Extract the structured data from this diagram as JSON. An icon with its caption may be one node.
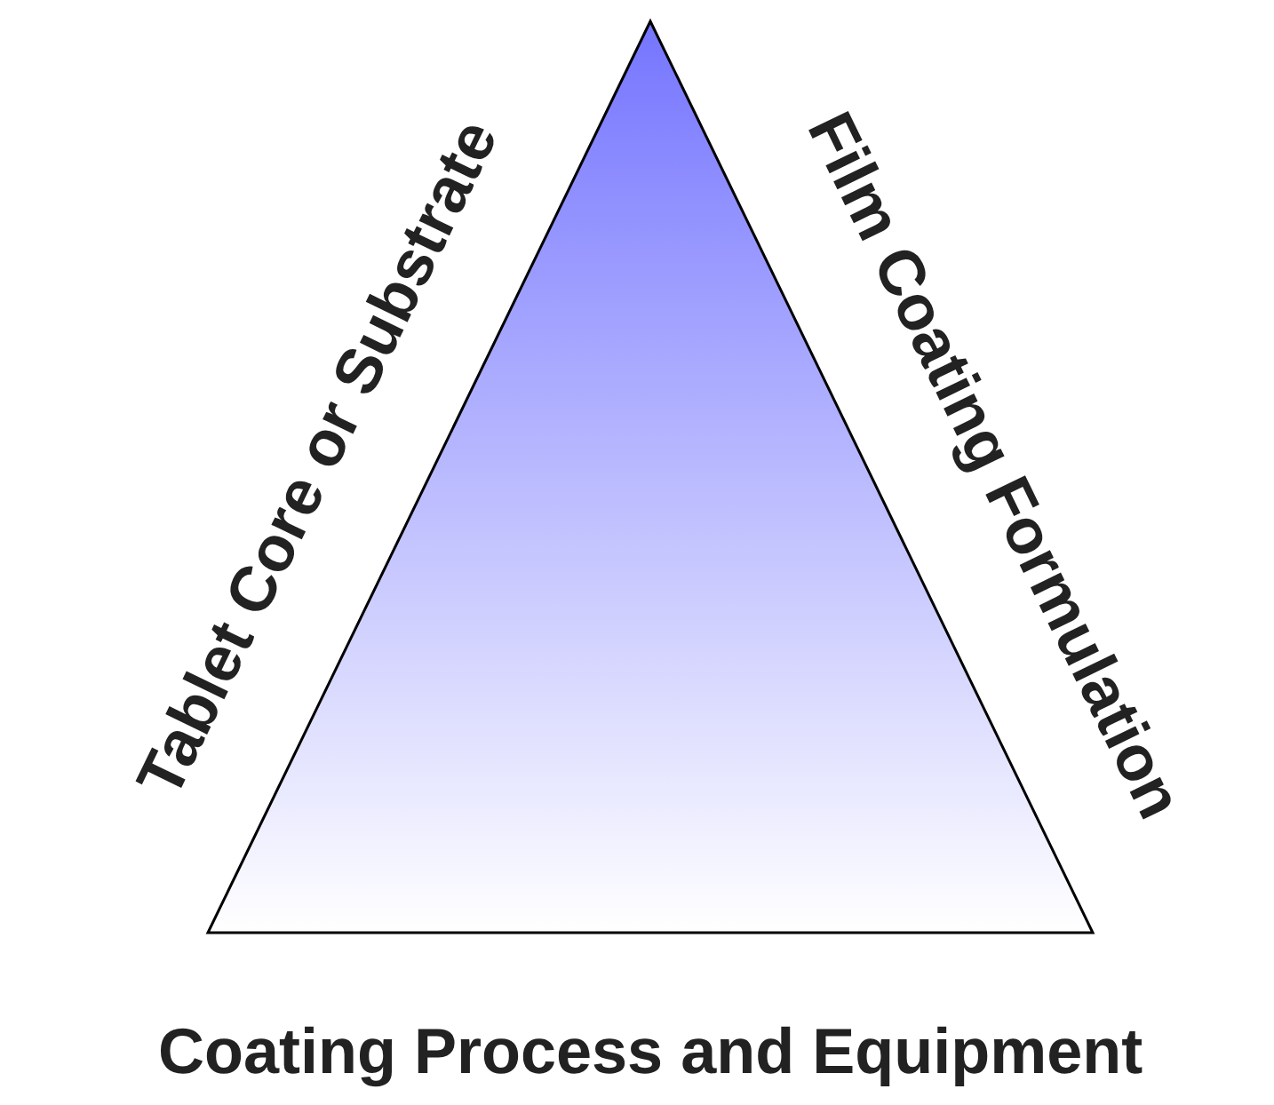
{
  "diagram": {
    "nodes": [
      {
        "text": [],
        "shape": "triangle",
        "beside": [
          "Tablet Core or Substrate",
          "Film Coating Formulation",
          "Coating Process and Equipment"
        ]
      }
    ]
  }
}
